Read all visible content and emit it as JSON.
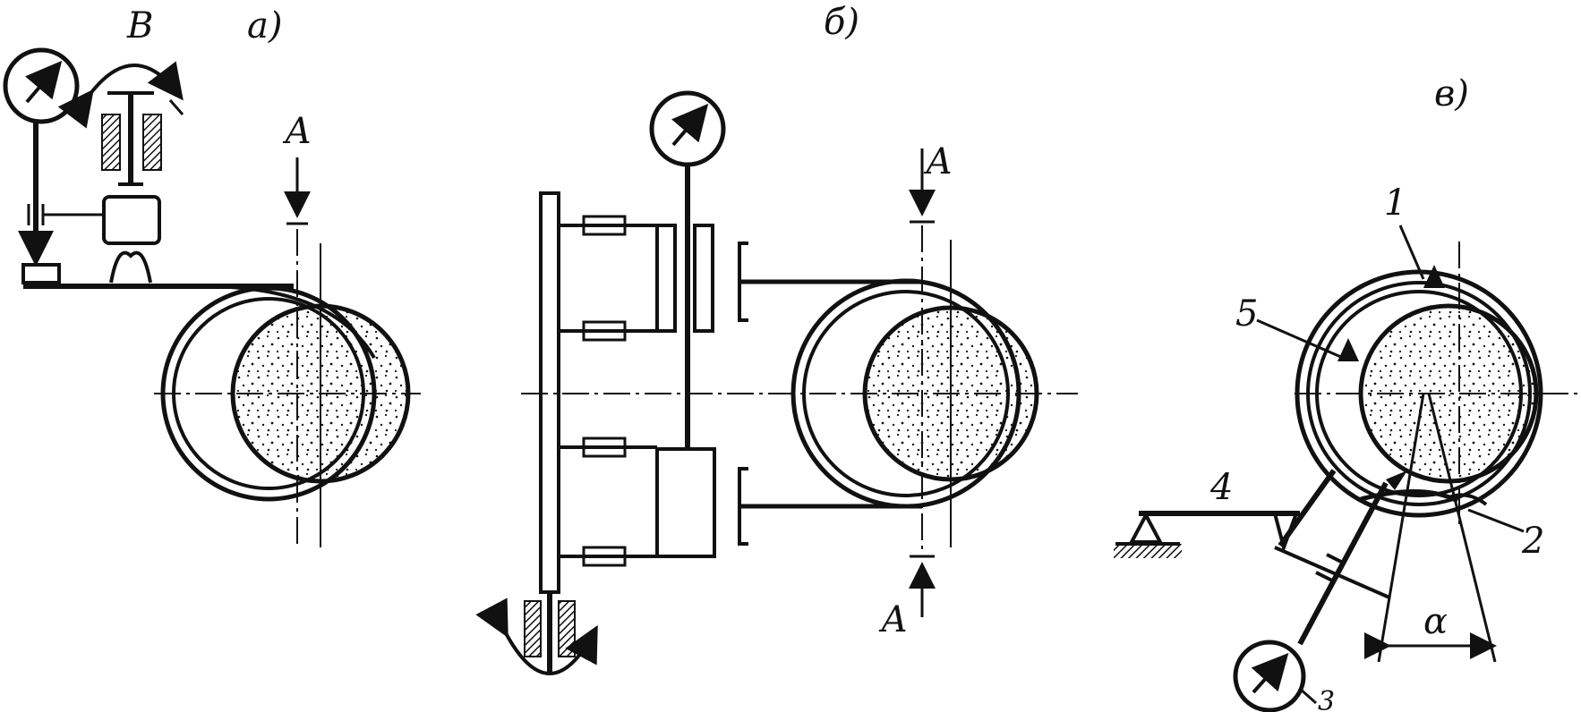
{
  "figure": {
    "panel_a": {
      "label": "а)",
      "rotation_label": "В",
      "section_top": "А"
    },
    "panel_b": {
      "label": "б)",
      "section_top": "А",
      "section_bottom": "А"
    },
    "panel_v": {
      "label": "в)",
      "part_1": "1",
      "part_2": "2",
      "part_3": "3",
      "part_4": "4",
      "part_5": "5",
      "angle": "α"
    }
  },
  "colors": {
    "ink": "#111111",
    "paper": "#ffffff"
  }
}
